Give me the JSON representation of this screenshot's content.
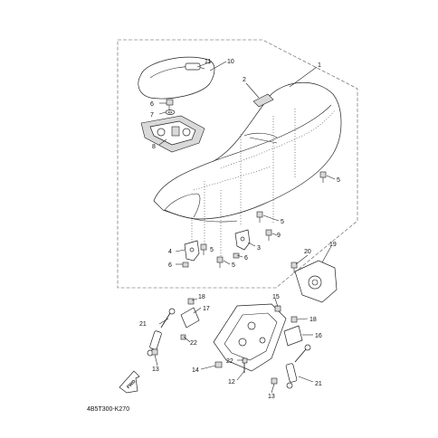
{
  "diagram": {
    "reference_code": "4B5T300-K270",
    "fwd_label": "FWD",
    "callouts": [
      {
        "id": "c1",
        "text": "1"
      },
      {
        "id": "c2",
        "text": "2"
      },
      {
        "id": "c3",
        "text": "3"
      },
      {
        "id": "c4",
        "text": "4"
      },
      {
        "id": "c5a",
        "text": "5"
      },
      {
        "id": "c5b",
        "text": "5"
      },
      {
        "id": "c5c",
        "text": "5"
      },
      {
        "id": "c5d",
        "text": "5"
      },
      {
        "id": "c6a",
        "text": "6"
      },
      {
        "id": "c6b",
        "text": "6"
      },
      {
        "id": "c6c",
        "text": "6"
      },
      {
        "id": "c7",
        "text": "7"
      },
      {
        "id": "c8",
        "text": "8"
      },
      {
        "id": "c9",
        "text": "9"
      },
      {
        "id": "c10",
        "text": "10"
      },
      {
        "id": "c11",
        "text": "11"
      },
      {
        "id": "c12",
        "text": "12"
      },
      {
        "id": "c13a",
        "text": "13"
      },
      {
        "id": "c13b",
        "text": "13"
      },
      {
        "id": "c14",
        "text": "14"
      },
      {
        "id": "c15",
        "text": "15"
      },
      {
        "id": "c16",
        "text": "16"
      },
      {
        "id": "c17",
        "text": "17"
      },
      {
        "id": "c18a",
        "text": "18"
      },
      {
        "id": "c18b",
        "text": "18"
      },
      {
        "id": "c19",
        "text": "19"
      },
      {
        "id": "c20",
        "text": "20"
      },
      {
        "id": "c21a",
        "text": "21"
      },
      {
        "id": "c21b",
        "text": "21"
      },
      {
        "id": "c22a",
        "text": "22"
      },
      {
        "id": "c22b",
        "text": "22"
      }
    ]
  }
}
